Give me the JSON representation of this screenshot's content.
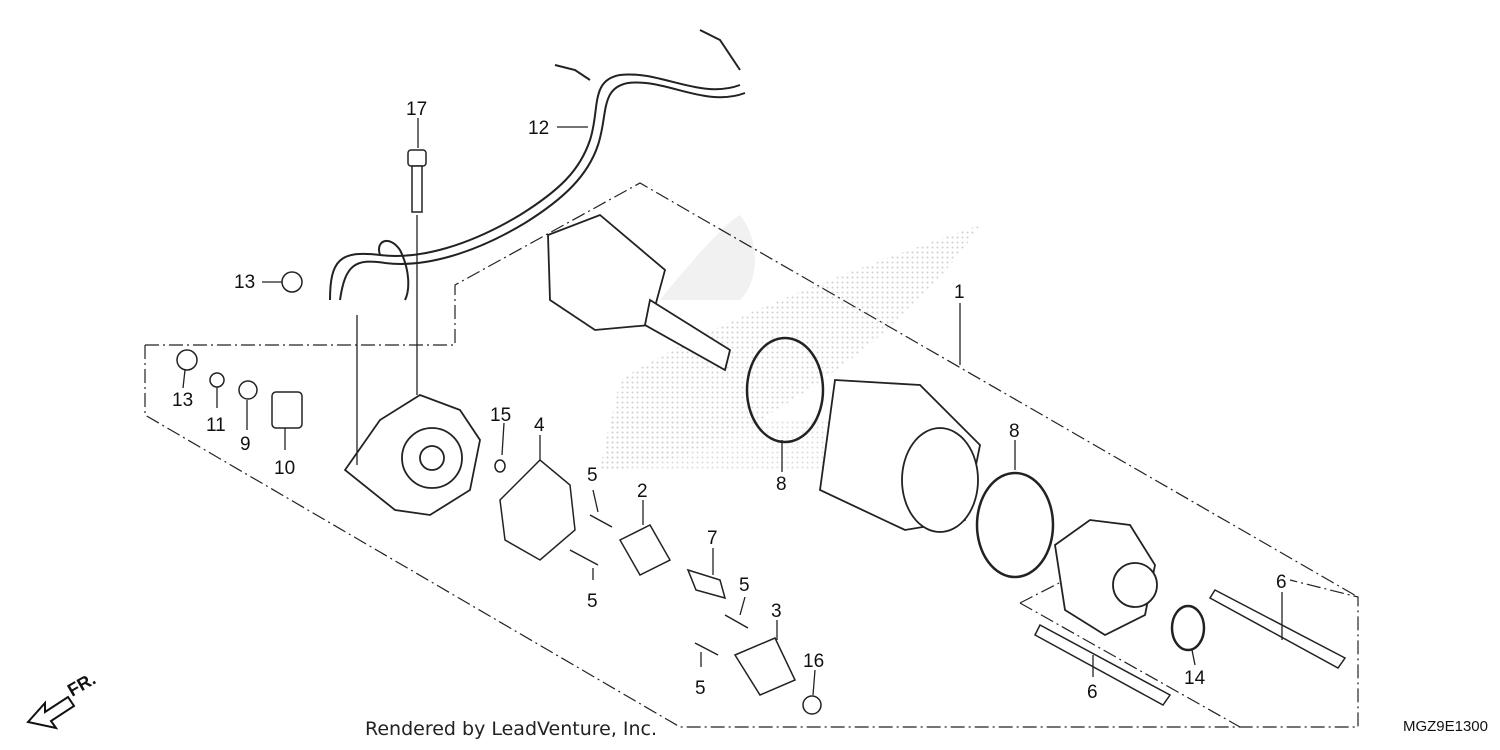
{
  "diagram": {
    "callouts": [
      {
        "id": "c1",
        "text": "1"
      },
      {
        "id": "c2",
        "text": "2"
      },
      {
        "id": "c3",
        "text": "3"
      },
      {
        "id": "c4",
        "text": "4"
      },
      {
        "id": "c5a",
        "text": "5"
      },
      {
        "id": "c5b",
        "text": "5"
      },
      {
        "id": "c5c",
        "text": "5"
      },
      {
        "id": "c5d",
        "text": "5"
      },
      {
        "id": "c6a",
        "text": "6"
      },
      {
        "id": "c6b",
        "text": "6"
      },
      {
        "id": "c7",
        "text": "7"
      },
      {
        "id": "c8a",
        "text": "8"
      },
      {
        "id": "c8b",
        "text": "8"
      },
      {
        "id": "c9",
        "text": "9"
      },
      {
        "id": "c10",
        "text": "10"
      },
      {
        "id": "c11",
        "text": "11"
      },
      {
        "id": "c12",
        "text": "12"
      },
      {
        "id": "c13a",
        "text": "13"
      },
      {
        "id": "c13b",
        "text": "13"
      },
      {
        "id": "c14",
        "text": "14"
      },
      {
        "id": "c15",
        "text": "15"
      },
      {
        "id": "c16",
        "text": "16"
      },
      {
        "id": "c17",
        "text": "17"
      }
    ],
    "direction_label": "FR.",
    "footer_text": "Rendered by LeadVenture, Inc.",
    "diagram_code": "MGZ9E1300"
  }
}
